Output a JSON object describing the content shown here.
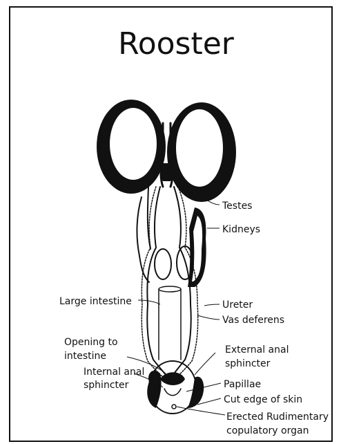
{
  "title": "Rooster",
  "labels": {
    "testes": "Testes",
    "kidneys": "Kidneys",
    "large_intestine": "Large intestine",
    "ureter": "Ureter",
    "vas_deferens": "Vas deferens",
    "opening_to_intestine_1": "Opening to",
    "opening_to_intestine_2": "intestine",
    "external_anal_sphincter_1": "External anal",
    "external_anal_sphincter_2": "sphincter",
    "internal_anal_sphincter_1": "Internal anal",
    "internal_anal_sphincter_2": "sphincter",
    "papillae": "Papillae",
    "cut_edge_of_skin": "Cut edge of skin",
    "erected_organ_1": "Erected Rudimentary",
    "erected_organ_2": "copulatory organ"
  }
}
